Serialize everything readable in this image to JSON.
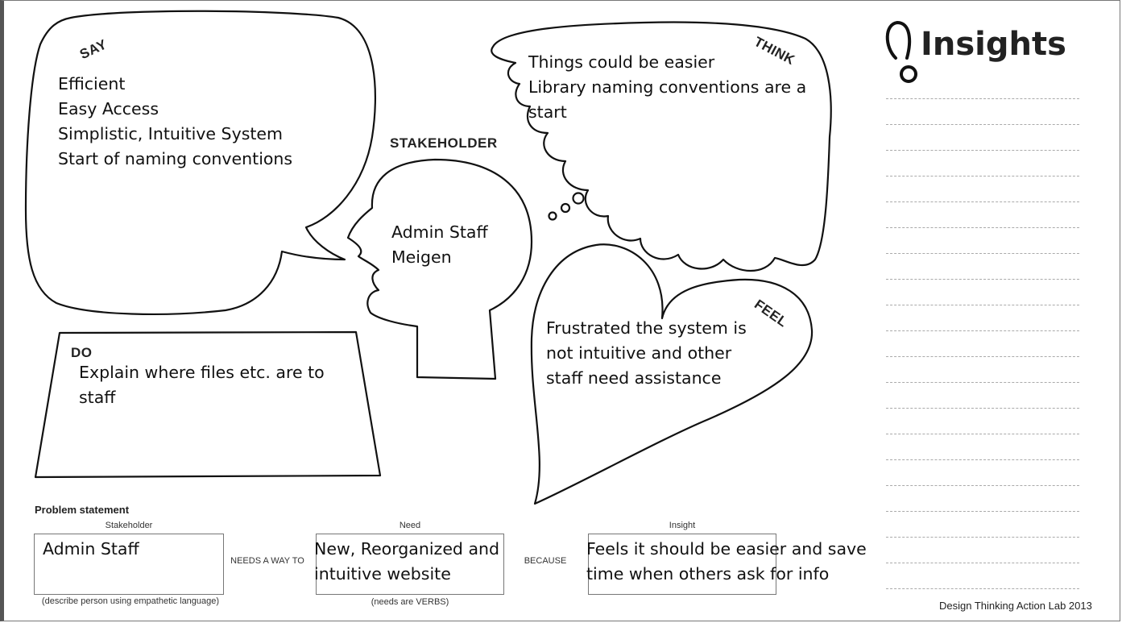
{
  "say": {
    "label": "SAY",
    "notes": [
      "Efficient",
      "Easy Access",
      "Simplistic, Intuitive System",
      "Start of naming conventions"
    ]
  },
  "think": {
    "label": "THINK",
    "notes": [
      "Things could be easier",
      "Library naming conventions are a",
      "start"
    ]
  },
  "stakeholder": {
    "label": "STAKEHOLDER",
    "notes": [
      "Admin Staff",
      "Meigen"
    ]
  },
  "do": {
    "label": "DO",
    "notes": [
      "Explain where files etc. are to",
      "staff"
    ]
  },
  "feel": {
    "label": "FEEL",
    "notes": [
      "Frustrated the system is",
      "not intuitive and other",
      "staff need assistance"
    ]
  },
  "insights": {
    "title": "Insights",
    "line_count": 20
  },
  "problem": {
    "title": "Problem statement",
    "stakeholder_caption": "Stakeholder",
    "stakeholder_value": "Admin Staff",
    "stakeholder_hint": "(describe person using empathetic language)",
    "connector1": "NEEDS A WAY TO",
    "need_caption": "Need",
    "need_value": [
      "New, Reorganized and",
      "intuitive website"
    ],
    "need_hint": "(needs are VERBS)",
    "connector2": "BECAUSE",
    "insight_caption": "Insight",
    "insight_value": [
      "Feels it should be easier and save",
      "time when others ask for info"
    ]
  },
  "footer": "Design Thinking Action Lab 2013"
}
